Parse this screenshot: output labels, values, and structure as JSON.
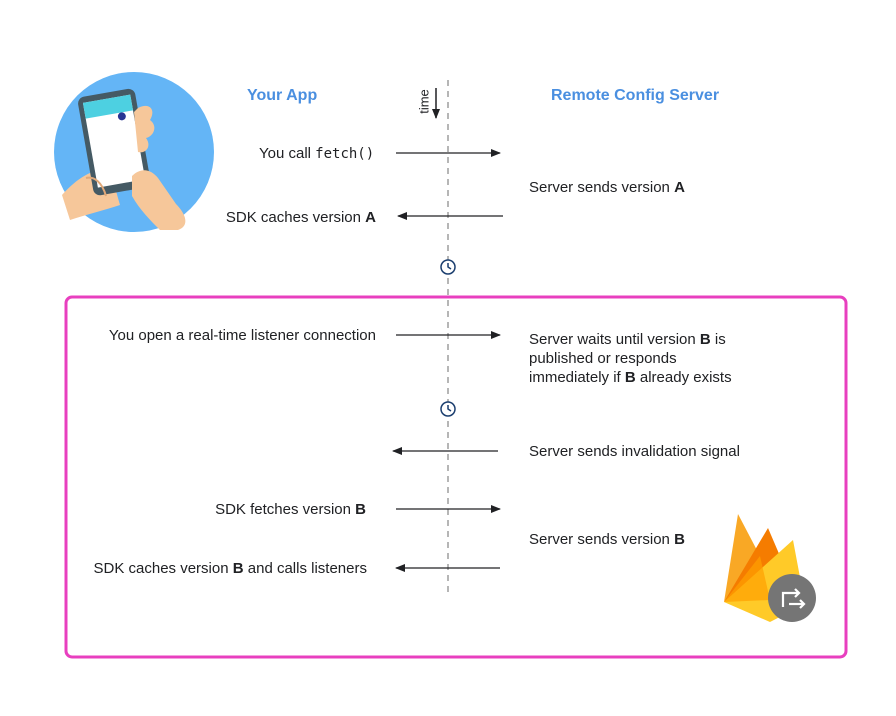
{
  "headers": {
    "app": "Your App",
    "server": "Remote Config Server"
  },
  "time_label": "time",
  "steps": {
    "call_fetch": {
      "prefix": "You call ",
      "code": "fetch()"
    },
    "server_sends_a": {
      "prefix": "Server sends version ",
      "version": "A"
    },
    "sdk_caches_a": {
      "prefix": "SDK caches version ",
      "version": "A"
    },
    "open_listener": {
      "text": "You open a real-time listener connection"
    },
    "server_waits": {
      "line1_prefix": "Server waits until version ",
      "line1_version": "B",
      "line1_suffix": " is",
      "line2": "published or responds",
      "line3_prefix": "immediately if ",
      "line3_version": "B",
      "line3_suffix": " already exists"
    },
    "invalidation": {
      "text": "Server sends invalidation signal"
    },
    "sdk_fetches_b": {
      "prefix": "SDK fetches version ",
      "version": "B"
    },
    "server_sends_b": {
      "prefix": "Server sends version ",
      "version": "B"
    },
    "sdk_caches_b": {
      "prefix": "SDK caches version ",
      "version": "B",
      "suffix": " and calls listeners"
    }
  },
  "icons": {
    "phone": "phone-in-hand-icon",
    "clock": "clock-icon",
    "firebase": "firebase-flame-icon",
    "remote_config": "remote-config-icon"
  },
  "colors": {
    "header": "#4a8fe0",
    "highlight_border": "#e83fbf",
    "timeline": "#9e9e9e",
    "clock": "#1a3d6e"
  }
}
